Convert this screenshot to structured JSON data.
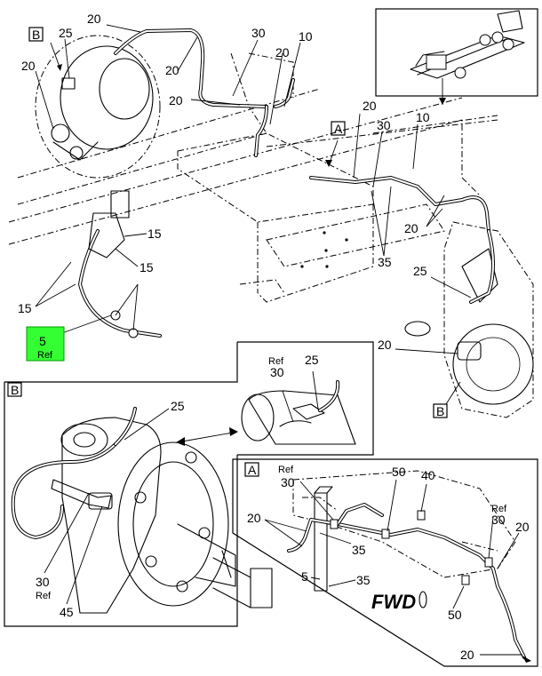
{
  "callouts": {
    "b_top_box": "B",
    "a_main_box": "A",
    "b_lower_box": "B",
    "detail_b_box": "B",
    "detail_a_box": "A",
    "c25_top": "25",
    "c20_left": "20",
    "c20_top": "20",
    "c20_mid": "20",
    "c30_top": "30",
    "c10_top": "10",
    "c20_center": "20",
    "c20_left2": "20",
    "c20_right_upper": "20",
    "c30_right_upper": "30",
    "c10_right": "10",
    "c20_right": "20",
    "c35_right": "35",
    "c15_upper": "15",
    "c15_lower": "15",
    "c15_left": "15",
    "c25_right": "25",
    "c20_lower_right": "20",
    "b_ref": "Ref",
    "b_30": "30",
    "b_25": "25",
    "b2_25": "25",
    "b2_30": "30",
    "b2_ref": "Ref",
    "b2_45": "45",
    "a_ref1": "Ref",
    "a_30a": "30",
    "a_50a": "50",
    "a_40": "40",
    "a_ref2": "Ref",
    "a_30b": "30",
    "a_20a": "20",
    "a_20b": "20",
    "a_35a": "35",
    "a_5": "5",
    "a_35b": "35",
    "a_50b": "50",
    "a_20c": "20",
    "fwd": "FWD"
  },
  "tag_ref": {
    "number": "5",
    "ref": "Ref",
    "color": "#33ff33"
  },
  "icons": [
    "truck-chassis-locator",
    "arrow-double",
    "fwd-arrow"
  ]
}
